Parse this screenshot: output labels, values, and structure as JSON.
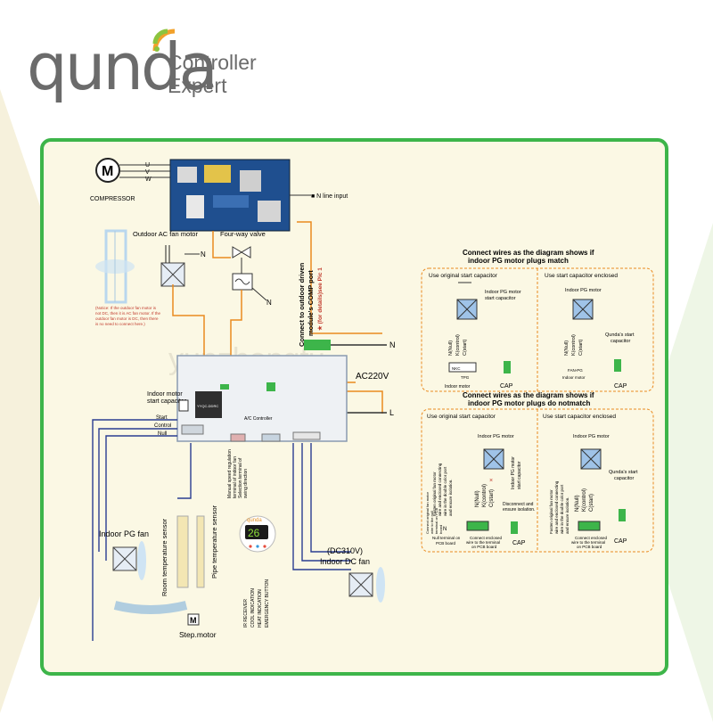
{
  "logo": {
    "word": "qunda",
    "tagline_1": "Controller",
    "tagline_2": "Expert"
  },
  "diagram": {
    "compressor": {
      "symbol": "M",
      "label": "COMPRESSOR",
      "phases": [
        "U",
        "V",
        "W"
      ]
    },
    "n_line_input": "■ N line input",
    "outdoor_fan": {
      "label": "Outdoor AC fan motor",
      "n": "N"
    },
    "four_way_valve": {
      "label": "Four-way valve",
      "n": "N"
    },
    "notice": [
      "(Notice: If the outdoor fan motor is",
      "not DC, then it is AC fan motor. If the",
      "outdoor fan motor is DC, then there",
      "is no need to connect here.)"
    ],
    "comp_port": {
      "line1": "Connect to outdoor driven",
      "line2": "module's COMP port",
      "line3": "★ (for details)see Pic 1"
    },
    "ac_supply": {
      "label": "AC220V",
      "n": "N",
      "l": "L"
    },
    "indoor_start_cap": {
      "line1": "Indoor motor",
      "line2": "start capacitor"
    },
    "start_control_null": [
      "Start",
      "Control",
      "Null"
    ],
    "controller_label": "A/C Controller",
    "board_text": "YYQC-DDRC",
    "indoor_pg_fan": "Indoor PG fan",
    "room_sensor": "Room temperature sensor",
    "pipe_sensor": "Pipe temperature sensor",
    "swing": [
      "Manual speed regulation",
      "terminal of indoor fan",
      "Selection terminal of",
      "swing direction"
    ],
    "display": {
      "brand": "qunda",
      "digits": "26"
    },
    "display_labels": [
      "IR RECEIVER",
      "COOL INDICATION",
      "HEAT INDICATION",
      "EMERGENCY BUTTON"
    ],
    "dc_fan": {
      "line1": "(DC310V)",
      "line2": "Indoor DC fan"
    },
    "step_motor": {
      "symbol": "M",
      "label": "Step.motor"
    },
    "watermark": "yunzhongfu",
    "match": {
      "title_1": "Connect wires as the diagram shows if",
      "title_2": "indoor PG motor plugs match",
      "left_title": "Use original start capacitor",
      "right_title": "Use start capacitor enclosed",
      "left_motor": [
        "Indoor PG motor",
        "start capacitor"
      ],
      "right_motor": "Indoor PG motor",
      "qunda_cap": [
        "Qunda's start",
        "capacitor"
      ],
      "wires": [
        "N(Null)",
        "K(control)",
        "C(start)"
      ],
      "left_plug": [
        "NKC",
        "TPG"
      ],
      "right_plug": [
        "FAN-PG",
        "Indoor motor"
      ],
      "indoor_motor": "Indoor motor",
      "cap": "CAP"
    },
    "notmatch": {
      "title_1": "Connect wires as the diagram shows if",
      "title_2": "indoor PG motor plugs do notmatch",
      "left_title": "Use original start capacitor",
      "right_title": "Use start capacitor enclosed",
      "left_motor": "Indoor PG motor",
      "left_cap": [
        "Indoor PG motor",
        "start capacitor"
      ],
      "right_motor": "Indoor PG motor",
      "qunda_cap": [
        "Qunda's start",
        "capacitor"
      ],
      "wires": [
        "N(Null)",
        "K(control)",
        "C(start)"
      ],
      "vertical_note": [
        "Fasten original fan motor",
        "wire and enclosed connecting",
        "wire in the double color port",
        "and ensure isolation."
      ],
      "connect_note": [
        "Connect original fan motor",
        "wire to the null",
        "terminal on PCB",
        "board"
      ],
      "disconnect": [
        "Disconnect and",
        "ensure isolation."
      ],
      "null_terminal": [
        "Null terminal on",
        "PCB board"
      ],
      "connect_pcb": [
        "Connect enclosed",
        "wire to the terminal",
        "on PCB board"
      ],
      "n": "N",
      "x": "×",
      "cap": "CAP"
    }
  }
}
